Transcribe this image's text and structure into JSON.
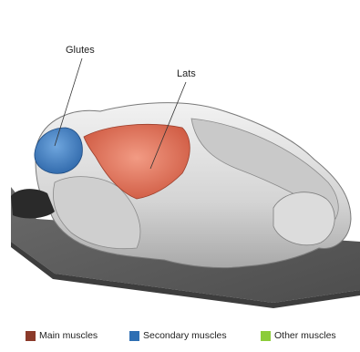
{
  "labels": {
    "glutes": "Glutes",
    "lats": "Lats"
  },
  "legend": [
    {
      "label": "Main muscles",
      "color": "#8b3a2a"
    },
    {
      "label": "Secondary muscles",
      "color": "#2f6fb3"
    },
    {
      "label": "Other muscles",
      "color": "#8ccc3a"
    }
  ],
  "colors": {
    "main_muscle": "#e07a62",
    "secondary_muscle": "#3d7fc4",
    "body": "#d9d9d9",
    "mat": "#5e5e5e"
  },
  "icons": [
    "kneeling-figure-illustration"
  ]
}
